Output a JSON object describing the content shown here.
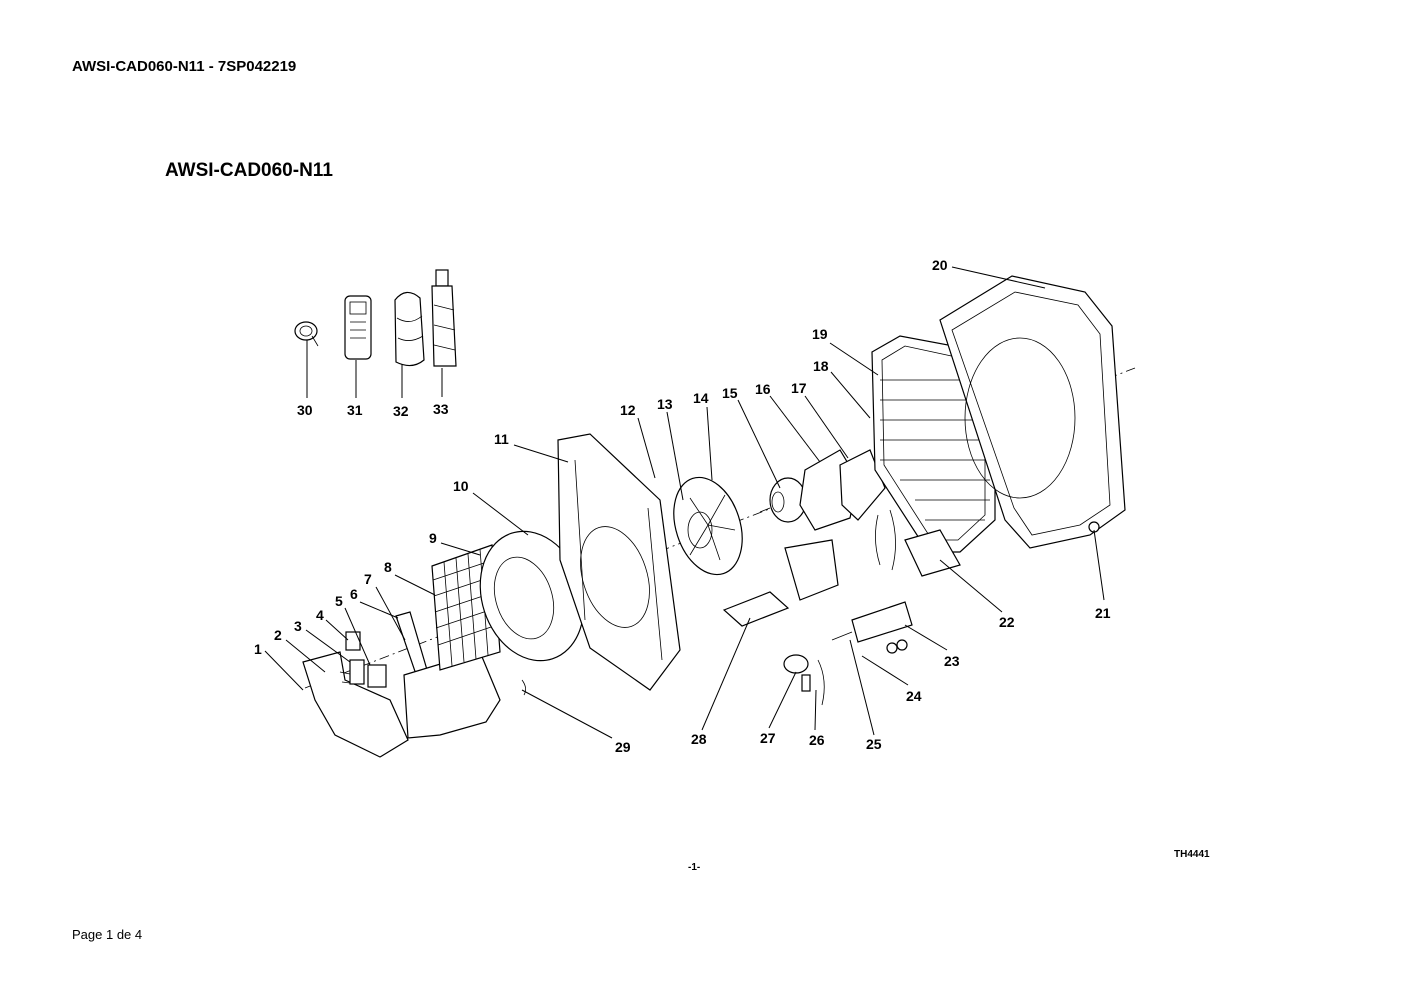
{
  "header": {
    "doc_title": "AWSI-CAD060-N11 - 7SP042219"
  },
  "diagram": {
    "title": "AWSI-CAD060-N11",
    "drawing_code": "TH4441",
    "page_marker": "-1-",
    "callouts": [
      "1",
      "2",
      "3",
      "4",
      "5",
      "6",
      "7",
      "8",
      "9",
      "10",
      "11",
      "12",
      "13",
      "14",
      "15",
      "16",
      "17",
      "18",
      "19",
      "20",
      "21",
      "22",
      "23",
      "24",
      "25",
      "26",
      "27",
      "28",
      "29",
      "30",
      "31",
      "32",
      "33"
    ]
  },
  "footer": {
    "page_label": "Page 1 de 4"
  }
}
